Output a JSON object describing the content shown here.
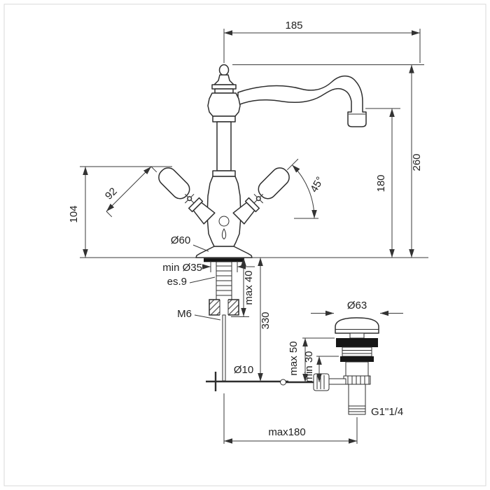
{
  "drawing": {
    "title": "Two-handle basin mixer faucet with pop-up waste — installation dimensions",
    "colors": {
      "line": "#2e2e2e",
      "dimension": "#3a3a3a",
      "seal": "#161616",
      "border": "#d9d9d9",
      "background": "#ffffff"
    },
    "labels": {
      "spout_reach": "185",
      "total_height": "260",
      "spout_outlet_height": "180",
      "handle_swing_angle": "45°",
      "handle_length": "92",
      "handle_height": "104",
      "base_diameter": "Ø60",
      "min_hole_diameter": "min Ø35",
      "hex_size": "es.9",
      "stud_thread": "M6",
      "max_deck_thickness": "max 40",
      "rod_length": "330",
      "rod_diameter": "Ø10",
      "waste_cap_diameter": "Ø63",
      "waste_max_height": "max 50",
      "waste_min_height": "min 30",
      "waste_outlet_thread": "G1\"1/4",
      "max_center_distance": "max180"
    }
  }
}
